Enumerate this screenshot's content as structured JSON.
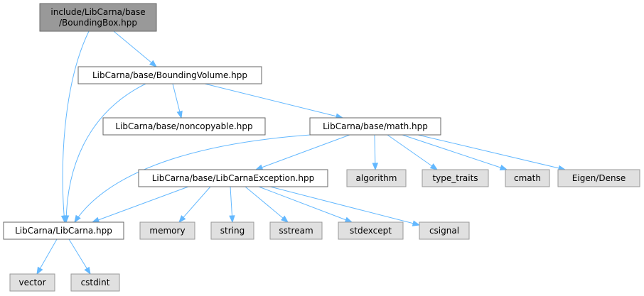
{
  "diagram": {
    "nodes": [
      {
        "id": "root",
        "lines": [
          "include/LibCarna/base",
          "/BoundingBox.hpp"
        ],
        "kind": "root"
      },
      {
        "id": "bv",
        "lines": [
          "LibCarna/base/BoundingVolume.hpp"
        ],
        "kind": "internal"
      },
      {
        "id": "libcarna",
        "lines": [
          "LibCarna/LibCarna.hpp"
        ],
        "kind": "internal"
      },
      {
        "id": "noncopy",
        "lines": [
          "LibCarna/base/noncopyable.hpp"
        ],
        "kind": "internal"
      },
      {
        "id": "math",
        "lines": [
          "LibCarna/base/math.hpp"
        ],
        "kind": "internal"
      },
      {
        "id": "exc",
        "lines": [
          "LibCarna/base/LibCarnaException.hpp"
        ],
        "kind": "internal"
      },
      {
        "id": "algorithm",
        "lines": [
          "algorithm"
        ],
        "kind": "external"
      },
      {
        "id": "type_traits",
        "lines": [
          "type_traits"
        ],
        "kind": "external"
      },
      {
        "id": "cmath",
        "lines": [
          "cmath"
        ],
        "kind": "external"
      },
      {
        "id": "eigen",
        "lines": [
          "Eigen/Dense"
        ],
        "kind": "external"
      },
      {
        "id": "memory",
        "lines": [
          "memory"
        ],
        "kind": "external"
      },
      {
        "id": "string",
        "lines": [
          "string"
        ],
        "kind": "external"
      },
      {
        "id": "sstream",
        "lines": [
          "sstream"
        ],
        "kind": "external"
      },
      {
        "id": "stdexcept",
        "lines": [
          "stdexcept"
        ],
        "kind": "external"
      },
      {
        "id": "csignal",
        "lines": [
          "csignal"
        ],
        "kind": "external"
      },
      {
        "id": "vector",
        "lines": [
          "vector"
        ],
        "kind": "external"
      },
      {
        "id": "cstdint",
        "lines": [
          "cstdint"
        ],
        "kind": "external"
      }
    ],
    "edges": [
      [
        "root",
        "bv"
      ],
      [
        "root",
        "libcarna"
      ],
      [
        "bv",
        "libcarna"
      ],
      [
        "bv",
        "noncopy"
      ],
      [
        "bv",
        "math"
      ],
      [
        "math",
        "libcarna"
      ],
      [
        "math",
        "exc"
      ],
      [
        "math",
        "algorithm"
      ],
      [
        "math",
        "type_traits"
      ],
      [
        "math",
        "cmath"
      ],
      [
        "math",
        "eigen"
      ],
      [
        "exc",
        "libcarna"
      ],
      [
        "exc",
        "memory"
      ],
      [
        "exc",
        "string"
      ],
      [
        "exc",
        "sstream"
      ],
      [
        "exc",
        "stdexcept"
      ],
      [
        "exc",
        "csignal"
      ],
      [
        "libcarna",
        "vector"
      ],
      [
        "libcarna",
        "cstdint"
      ]
    ]
  }
}
